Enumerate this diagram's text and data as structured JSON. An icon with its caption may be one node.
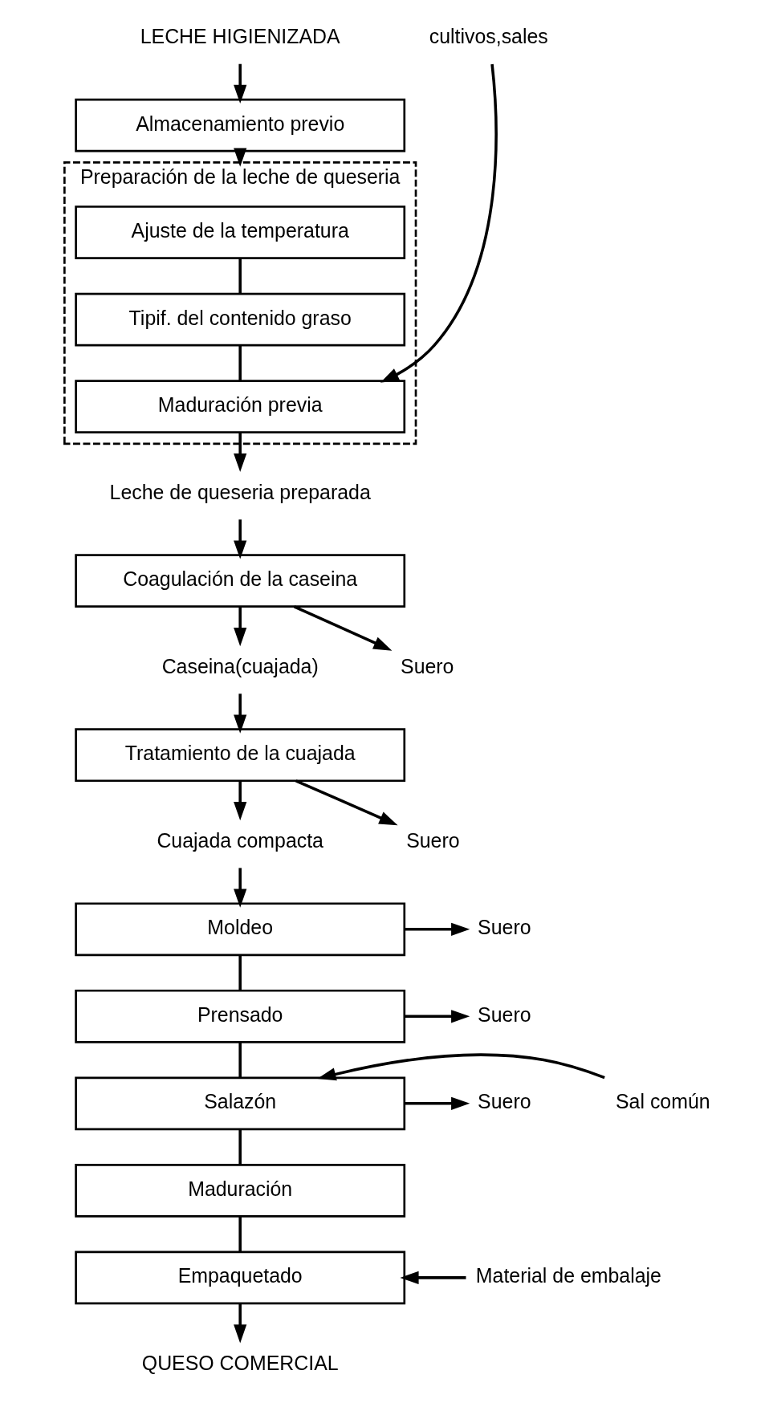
{
  "diagram": {
    "nodes": [
      {
        "text": [
          "LECHE HIGIENIZADA"
        ]
      },
      {
        "text": [
          "Almacenamiento previo"
        ]
      },
      {
        "text": [
          "Preparación de la leche de queseria"
        ]
      },
      {
        "text": [
          "Ajuste de la temperatura"
        ],
        "in": 2
      },
      {
        "text": [
          "Tipif. del contenido graso"
        ],
        "in": 2
      },
      {
        "text": [
          "cultivos,sales"
        ]
      },
      {
        "text": [
          "Maduración previa"
        ],
        "in": 2
      },
      {
        "text": [
          "Leche de queseria preparada"
        ]
      },
      {
        "text": [
          "Coagulación de la caseina"
        ]
      },
      {
        "text": [
          "Caseina(cuajada)"
        ]
      },
      {
        "text": [
          "Suero"
        ]
      },
      {
        "text": [
          "Tratamiento de la cuajada"
        ]
      },
      {
        "text": [
          "Cuajada compacta"
        ]
      },
      {
        "text": [
          "Suero"
        ]
      },
      {
        "text": [
          "Moldeo"
        ]
      },
      {
        "text": [
          "Suero"
        ]
      },
      {
        "text": [
          "Prensado"
        ]
      },
      {
        "text": [
          "Suero"
        ]
      },
      {
        "text": [
          "Sal común"
        ]
      },
      {
        "text": [
          "Salazón"
        ]
      },
      {
        "text": [
          "Suero"
        ]
      },
      {
        "text": [
          "Maduración"
        ]
      },
      {
        "text": [
          "Material de embalaje"
        ]
      },
      {
        "text": [
          "Empaquetado"
        ]
      },
      {
        "text": [
          "QUESO COMERCIAL"
        ]
      }
    ],
    "edges": [
      {
        "from": 0,
        "to": 1,
        "arrow": "to"
      },
      {
        "from": 1,
        "to": 2,
        "arrow": "to"
      },
      {
        "from": 3,
        "to": 4,
        "arrow": "none"
      },
      {
        "from": 4,
        "to": 6,
        "arrow": "none"
      },
      {
        "from": 5,
        "to": 6,
        "arrow": "to"
      },
      {
        "from": 6,
        "to": 7,
        "arrow": "to"
      },
      {
        "from": 7,
        "to": 8,
        "arrow": "to"
      },
      {
        "from": 8,
        "to": 9,
        "arrow": "to"
      },
      {
        "from": 8,
        "to": 10,
        "arrow": "to"
      },
      {
        "from": 9,
        "to": 11,
        "arrow": "to"
      },
      {
        "from": 11,
        "to": 12,
        "arrow": "to"
      },
      {
        "from": 11,
        "to": 13,
        "arrow": "to"
      },
      {
        "from": 12,
        "to": 14,
        "arrow": "to"
      },
      {
        "from": 14,
        "to": 15,
        "arrow": "to"
      },
      {
        "from": 14,
        "to": 16,
        "arrow": "none"
      },
      {
        "from": 16,
        "to": 17,
        "arrow": "to"
      },
      {
        "from": 16,
        "to": 19,
        "arrow": "none"
      },
      {
        "from": 18,
        "to": 19,
        "arrow": "to"
      },
      {
        "from": 19,
        "to": 20,
        "arrow": "to"
      },
      {
        "from": 19,
        "to": 21,
        "arrow": "none"
      },
      {
        "from": 21,
        "to": 23,
        "arrow": "none"
      },
      {
        "from": 22,
        "to": 23,
        "arrow": "to"
      },
      {
        "from": 23,
        "to": 24,
        "arrow": "to"
      }
    ]
  }
}
